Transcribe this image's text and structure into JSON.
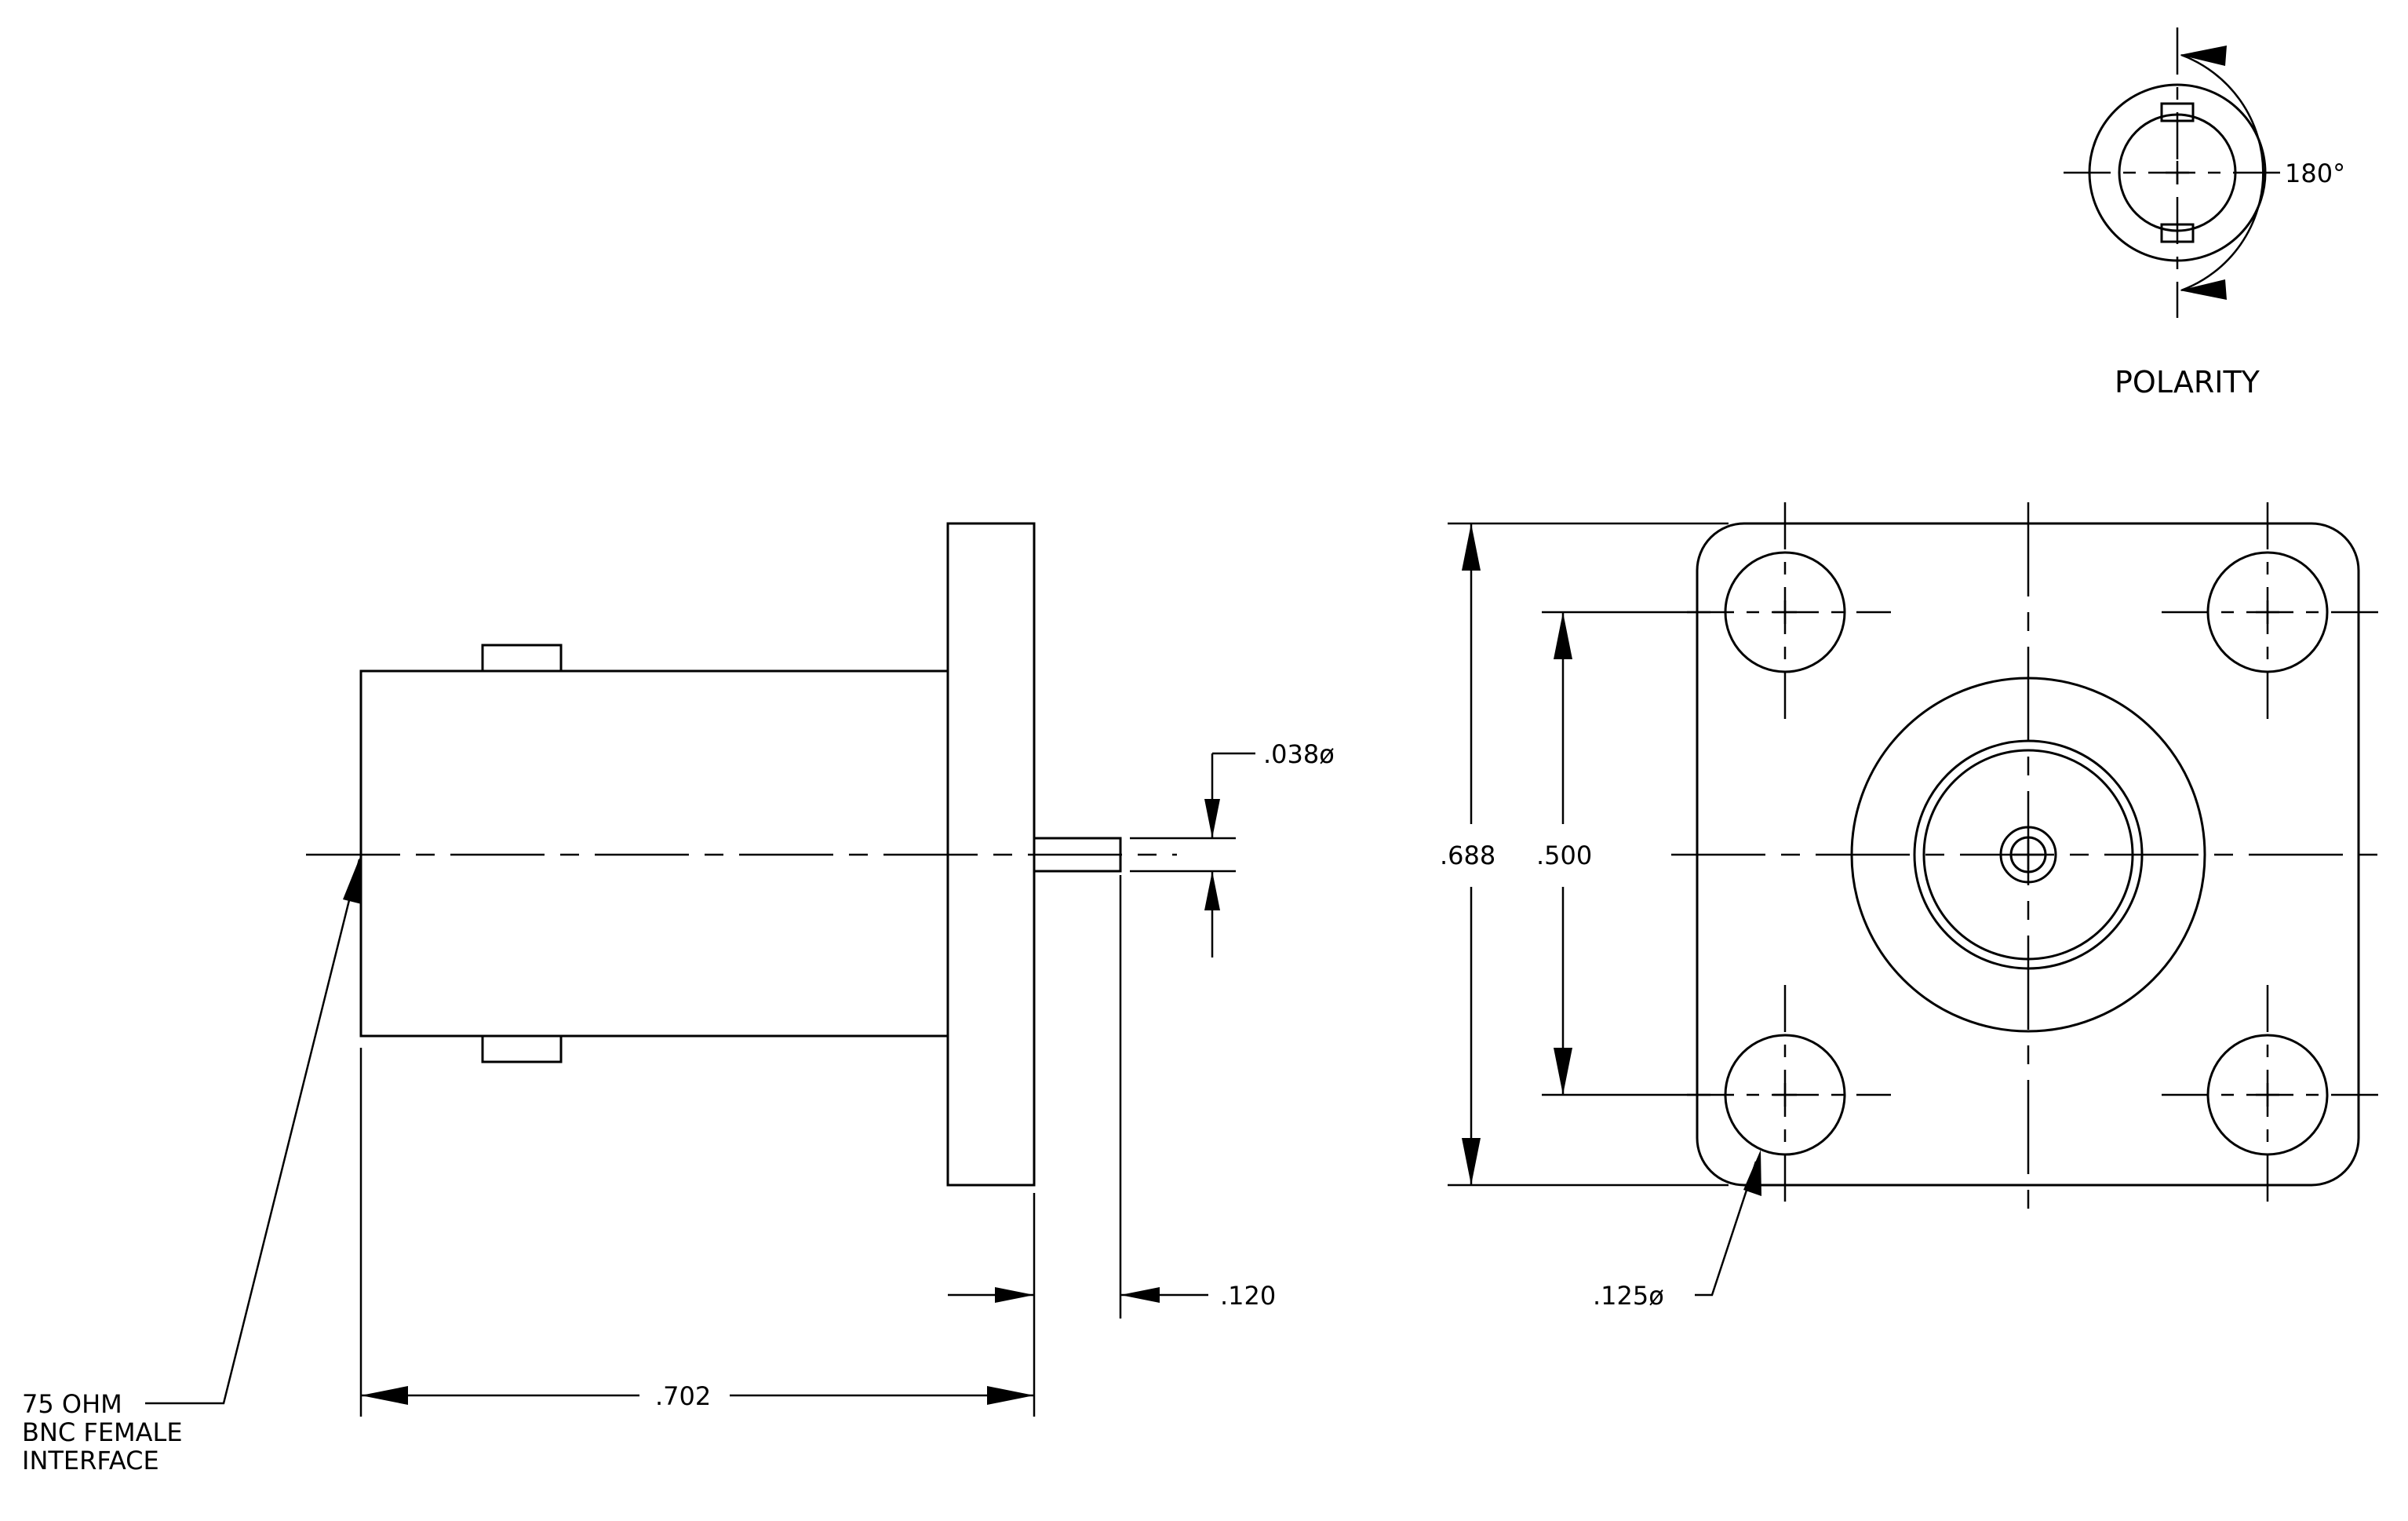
{
  "dimensions": {
    "overall_length": ".702",
    "pin_length": ".120",
    "pin_diameter": ".038ø",
    "flange_height": ".688",
    "hole_spacing": ".500",
    "hole_diameter": ".125ø",
    "polarity_angle": "180°"
  },
  "labels": {
    "polarity": "POLARITY",
    "interface_line1": "75 OHM",
    "interface_line2": "BNC FEMALE",
    "interface_line3": "INTERFACE"
  }
}
